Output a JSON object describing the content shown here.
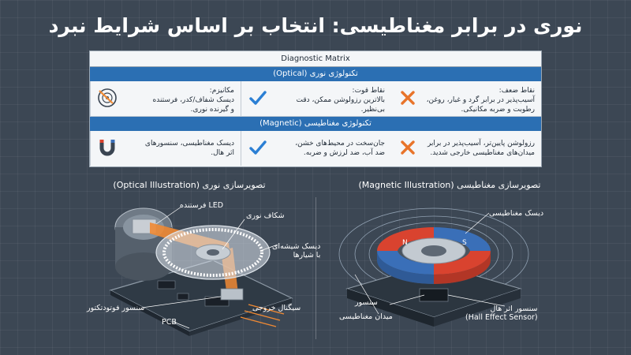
{
  "title": "نوری در برابر مغناطیسی: انتخاب بر اساس شرایط نبرد",
  "matrix": {
    "header": "Diagnostic Matrix",
    "optical": {
      "band": "تکنولوژی نوری (Optical)",
      "mechanism": "مکانیزم:\nدیسک شفاف/کدر، فرستنده\nو گیرنده نوری.",
      "strengths": "نقاط قوت:\nبالاترین رزولوشن ممکن، دقت\nبی‌نظیر.",
      "weaknesses": "نقاط ضعف:\nآسیب‌پذیر در برابر گرد و غبار، روغن،\nرطوبت و ضربه مکانیکی."
    },
    "magnetic": {
      "band": "تکنولوژی مغناطیسی (Magnetic)",
      "mechanism": "دیسک مغناطیسی، سنسورهای\nاثر هال.",
      "strengths": "جان‌سخت در محیط‌های خشن،\nضد آب، ضد لرزش و ضربه.",
      "weaknesses": "رزولوشن پایین‌تر، آسیب‌پذیر در برابر\nمیدان‌های مغناطیسی خارجی شدید."
    }
  },
  "optical_illustration": {
    "title": "تصویرسازی نوری (Optical Illustration)",
    "labels": {
      "led": "LED فرستنده",
      "slit": "شکاف نوری",
      "disc": "دیسک شیشه‌ای\nبا شیارها",
      "output": "سیگنال خروجی",
      "pcb": "PCB",
      "sensor": "سنسور فوتودتکتور"
    }
  },
  "magnetic_illustration": {
    "title": "تصویرسازی مغناطیسی (Magnetic Illustration)",
    "labels": {
      "disc": "دیسک مغناطیسی",
      "sensor": "سنسور",
      "field": "میدان مغناطیسی",
      "hall": "سنسور اثر هال\n(Hall Effect Sensor)",
      "poles_n": "N",
      "poles_s": "S"
    }
  },
  "colors": {
    "band": "#2b6fb3",
    "check": "#2b7fd4",
    "cross": "#e8742a",
    "beam": "#f08a34",
    "magnet_red": "#d9432f",
    "magnet_blue": "#3a6fb8"
  }
}
